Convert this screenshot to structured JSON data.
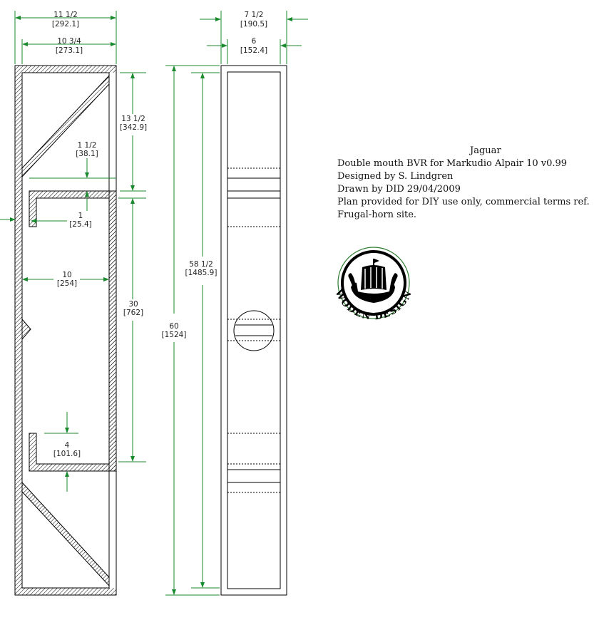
{
  "dimensions": {
    "outer_width": "11 1/2",
    "outer_width_mm": "[292.1]",
    "inner_width": "10 3/4",
    "inner_width_mm": "[273.1]",
    "side_outer": "7 1/2",
    "side_outer_mm": "[190.5]",
    "side_inner": "6",
    "side_inner_mm": "[152.4]",
    "top_section": "13 1/2",
    "top_section_mm": "[342.9]",
    "gap": "1 1/2",
    "gap_mm": "[38.1]",
    "port": "1",
    "port_mm": "[25.4]",
    "chamber_width": "10",
    "chamber_width_mm": "[254]",
    "chamber_height": "30",
    "chamber_height_mm": "[762]",
    "inner_height": "58 1/2",
    "inner_height_mm": "[1485.9]",
    "total_height": "60",
    "total_height_mm": "[1524]",
    "bottom_gap": "4",
    "bottom_gap_mm": "[101.6]"
  },
  "title_block": {
    "name": "Jaguar",
    "line1": "Double mouth BVR for Markudio Alpair 10 v0.99",
    "line2": "Designed by S. Lindgren",
    "line3": "Drawn by DID 29/04/2009",
    "line4": "Plan provided for DIY use only, commercial terms ref.",
    "line5": "Frugal-horn site."
  },
  "logo": {
    "text": "WODEN DESIGN",
    "icon": "viking-ship-icon"
  },
  "colors": {
    "dimension_lines": "#1a8a2e",
    "outline": "#000000",
    "logo_ring": "#2e7d32"
  }
}
